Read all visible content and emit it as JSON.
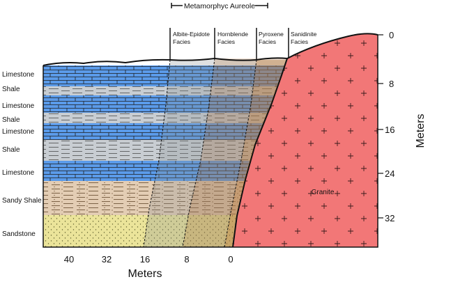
{
  "aureole": {
    "label": "Metamorphyc Aureole"
  },
  "facies": [
    {
      "line1": "Albite-Epidote",
      "line2": "Facies"
    },
    {
      "line1": "Hornblende",
      "line2": "Facies"
    },
    {
      "line1": "Pyroxene",
      "line2": "Facies"
    },
    {
      "line1": "Sanidinite",
      "line2": "Facies"
    }
  ],
  "layers": [
    {
      "name": "Limestone"
    },
    {
      "name": "Shale"
    },
    {
      "name": "Limestone"
    },
    {
      "name": "Shale"
    },
    {
      "name": "Limestone"
    },
    {
      "name": "Shale"
    },
    {
      "name": "Limestone"
    },
    {
      "name": "Sandy Shale"
    },
    {
      "name": "Sandstone"
    }
  ],
  "intrusion": {
    "label": "Granite"
  },
  "horizontal_axis": {
    "title": "Meters",
    "ticks": [
      "40",
      "32",
      "16",
      "8",
      "0"
    ]
  },
  "vertical_axis": {
    "title": "Meters",
    "ticks": [
      "0",
      "8",
      "16",
      "24",
      "32"
    ]
  },
  "colors": {
    "limestone": "#5b9bea",
    "shale": "#c8cdd2",
    "sandy_shale": "#e3cdb4",
    "sandstone": "#ebe49a",
    "granite": "#f27777",
    "contact_orange": "#ec9a4a"
  }
}
